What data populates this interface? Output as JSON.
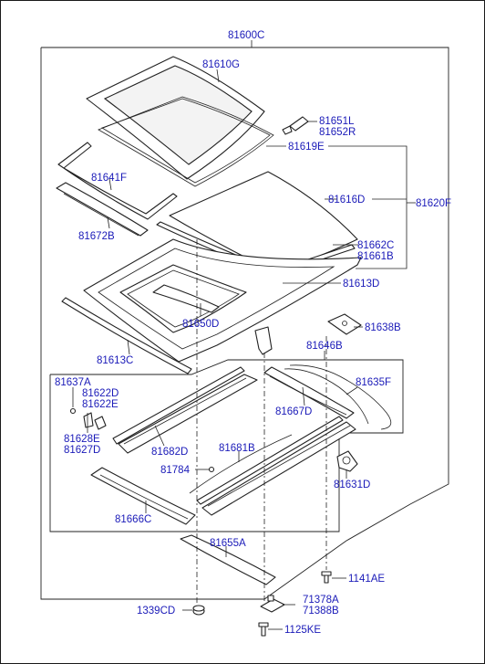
{
  "labels": {
    "assembly": "81600C",
    "glass": "81610G",
    "glass_spring_l": "81651L",
    "glass_spring_r": "81652R",
    "weatherstrip": "81619E",
    "deflector": "81641F",
    "deflector_bracket": "81672B",
    "sunshade": "81616D",
    "sunshade_group": "81620F",
    "rail_trim_1": "81662C",
    "rail_trim_2": "81661B",
    "frame": "81613D",
    "frame_front_trim": "81613C",
    "drain_tube_bracket": "81650D",
    "bracket_right": "81638B",
    "clip_upper": "81637A",
    "clip_a": "81622D",
    "clip_b": "81622E",
    "guide_l": "81628E",
    "guide_r": "81627D",
    "cable_assy": "81646B",
    "cable_guide": "81667D",
    "motor_cable": "81635F",
    "rail_left": "81682D",
    "rail_right": "81681B",
    "screw_small": "81784",
    "motor": "81631D",
    "front_housing": "81666C",
    "rear_bracket": "81655A",
    "bolt_1": "1141AE",
    "nut": "1339CD",
    "clip_l": "71378A",
    "clip_r": "71388B",
    "bolt_2": "1125KE"
  },
  "colors": {
    "label": "#1a1ab8",
    "line": "#222222",
    "background": "#ffffff"
  }
}
